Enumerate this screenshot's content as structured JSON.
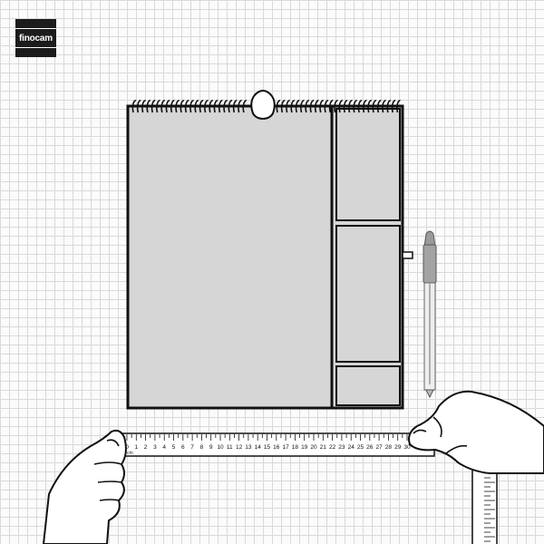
{
  "brand": {
    "logo_text": "finocam"
  },
  "ruler": {
    "unit": "cm",
    "horizontal_labels": [
      "0",
      "1",
      "2",
      "3",
      "4",
      "5",
      "6",
      "7",
      "8",
      "9",
      "10",
      "11",
      "12",
      "13",
      "14",
      "15",
      "16",
      "17",
      "18",
      "19",
      "20",
      "21",
      "22",
      "23",
      "24",
      "25",
      "26",
      "27",
      "28",
      "29",
      "30"
    ]
  },
  "colors": {
    "calendar_fill": "#d6d6d6",
    "outline": "#111111",
    "pen_body": "#eeeeee",
    "pen_cap": "#9a9a9a",
    "grid_line": "#d9d9d9"
  }
}
